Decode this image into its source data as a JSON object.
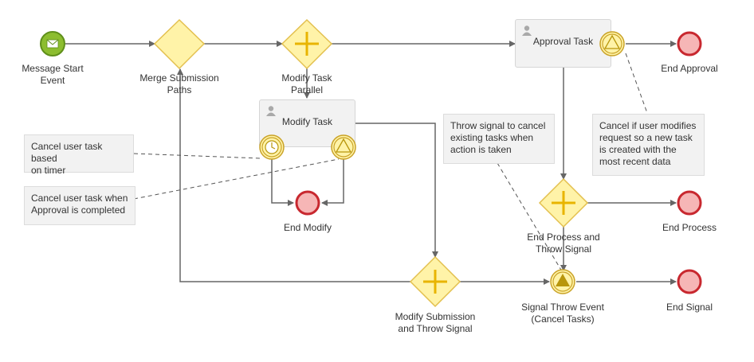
{
  "colors": {
    "start_fill": "#8cbd2f",
    "start_stroke": "#5f8f1a",
    "gateway_fill": "#fff3a8",
    "gateway_stroke": "#e3c04f",
    "gateway_mark": "#e8b400",
    "end_fill": "#f6b6b6",
    "end_stroke": "#c8282f",
    "flow": "#666666",
    "annotation": "#555555",
    "task_fill": "#f2f2f2"
  },
  "events": {
    "start_label": "Message Start\nEvent",
    "end_approval_label": "End Approval",
    "end_modify_label": "End Modify",
    "end_process_label": "End Process",
    "end_signal_label": "End Signal",
    "signal_throw_label": "Signal Throw Event\n(Cancel Tasks)"
  },
  "gateways": {
    "merge_label": "Merge Submission\nPaths",
    "modify_parallel_label": "Modify Task\nParallel",
    "end_process_throw_label": "End Process and\nThrow Signal",
    "modify_submission_label": "Modify Submission\nand Throw Signal"
  },
  "tasks": {
    "approval_label": "Approval Task",
    "modify_label": "Modify Task"
  },
  "icons": {
    "start": "envelope-icon",
    "timer": "clock-icon",
    "signal": "triangle-icon",
    "user": "user-icon",
    "parallel": "plus-icon"
  },
  "annotations": {
    "timer_note": "Cancel user task based\non timer",
    "approval_note": "Cancel user task when\nApproval is completed",
    "throw_note": "Throw signal to cancel\nexisting tasks when\naction is taken",
    "modify_note": "Cancel if user modifies\nrequest so a new task\nis created with the\nmost recent data"
  }
}
